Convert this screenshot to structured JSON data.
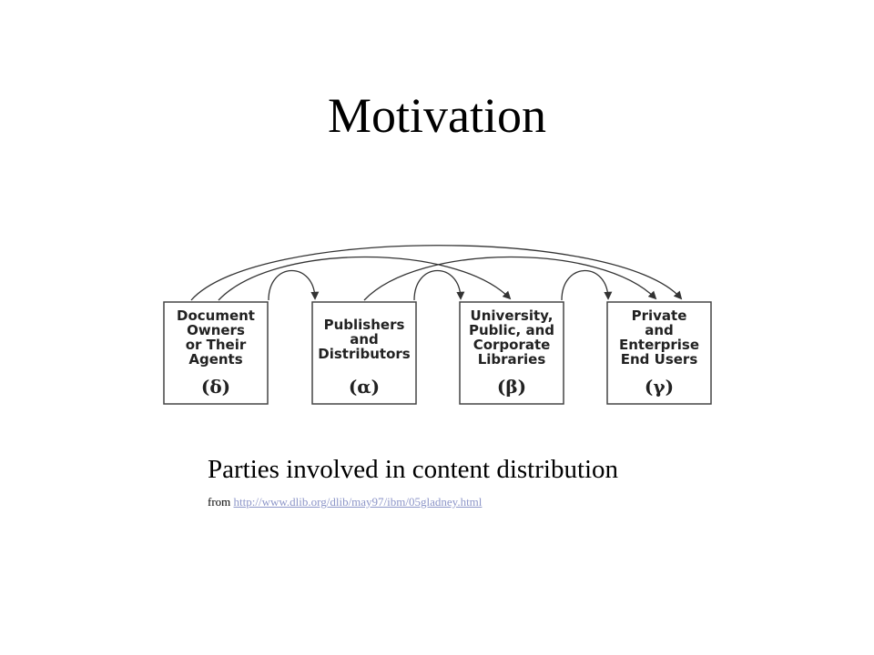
{
  "slide": {
    "title": "Motivation",
    "caption": "Parties involved in content distribution",
    "source_prefix": "from",
    "source_url": "http://www.dlib.org/dlib/may97/ibm/05gladney.html"
  },
  "diagram": {
    "boxes": [
      {
        "lines": [
          "Document",
          "Owners",
          "or  Their",
          "Agents"
        ],
        "symbol": "(δ)"
      },
      {
        "lines": [
          "Publishers",
          "and",
          "Distributors"
        ],
        "symbol": "(α)"
      },
      {
        "lines": [
          "University,",
          "Public,  and",
          "Corporate",
          "Libraries"
        ],
        "symbol": "(β)"
      },
      {
        "lines": [
          "Private",
          "and",
          "Enterprise",
          "End  Users"
        ],
        "symbol": "(γ)"
      }
    ],
    "line_color": "#333333"
  }
}
